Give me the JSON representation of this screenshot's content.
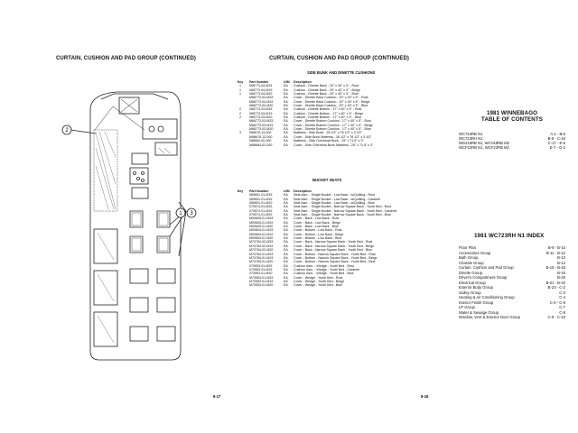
{
  "left_page": {
    "title": "CURTAIN, CUSHION AND PAD GROUP (CONTINUED)",
    "callouts": [
      "2",
      "1",
      "3"
    ],
    "page_number": "8-17"
  },
  "right_page": {
    "title": "CURTAIN, CUSHION AND PAD GROUP (CONTINUED)",
    "page_number": "8-18"
  },
  "side_bunk_table": {
    "title": "SIDE BUNK AND DINETTE CUSHIONS",
    "headers": {
      "key": "Key",
      "part": "Part Number",
      "um": "U/M",
      "desc": "Description"
    },
    "rows": [
      {
        "key": "1",
        "part": "068773-04-M33",
        "um": "EA",
        "desc": "Cushion - Dinette Back - 20\" x 40\" x 5\" - Rust"
      },
      {
        "key": "1",
        "part": "068773-04-M19",
        "um": "EA",
        "desc": "Cushion - Dinette Back - 20\" x 40\" x 5\" - Beige"
      },
      {
        "key": "1",
        "part": "068773-04-M20",
        "um": "EA",
        "desc": "Cushion - Dinette Back - 20\" x 40\" x 5\" - Blue"
      },
      {
        "key": "",
        "part": "M68773-04-M33",
        "um": "EA",
        "desc": "Cover - Dinette Back Cushion - 20\" x 40\" x 5\" - Rust"
      },
      {
        "key": "",
        "part": "M68773-04-M19",
        "um": "EA",
        "desc": "Cover - Dinette Back Cushion - 20\" x 40\" x 5\" - Beige"
      },
      {
        "key": "",
        "part": "M68773-04-M20",
        "um": "EA",
        "desc": "Cover - Dinette Back Cushion - 20\" x 40\" x 5\" - Blue"
      },
      {
        "key": "2",
        "part": "068773-03-M33",
        "um": "EA",
        "desc": "Cushion - Dinette Bottom - 17\" x 40\" x 5\" - Rust"
      },
      {
        "key": "2",
        "part": "068773-03-M19",
        "um": "EA",
        "desc": "Cushion - Dinette Bottom - 17\" x 40\" x 5\" - Beige"
      },
      {
        "key": "2",
        "part": "068773-03-M20",
        "um": "EA",
        "desc": "Cushion - Dinette Bottom - 17\" x 40\" x 5\" - Blue"
      },
      {
        "key": "",
        "part": "M68773-03-M33",
        "um": "EA",
        "desc": "Cover - Dinette Bottom Cushion - 17\" x 40\" x 5\" - Rust"
      },
      {
        "key": "",
        "part": "M68773-03-M19",
        "um": "EA",
        "desc": "Cover - Dinette Bottom Cushion - 17\" x 40\" x 5\" - Beige"
      },
      {
        "key": "",
        "part": "M68773-03-M20",
        "um": "EA",
        "desc": "Cover - Dinette Bottom Cushion - 17\" x 40\" x 5\" - Blue"
      },
      {
        "key": "3",
        "part": "068676-13-000",
        "um": "EA",
        "desc": "Mattress - Side Bunk - 26 1/2\" x 76 1/2\" x 3 1/2\""
      },
      {
        "key": "",
        "part": "M68676-13-000",
        "um": "EA",
        "desc": "Cover - Side Bunk Mattress - 26 1/2\" x 76 1/2\" x 3 1/2\""
      },
      {
        "key": "",
        "part": "068684-02-000",
        "um": "EA",
        "desc": "Mattress - Side Overhead Bunk - 25\" x 71.5\" x 3\""
      },
      {
        "key": "",
        "part": "M68684-02-000",
        "um": "EA",
        "desc": "Cover - Side Overhead Bunk Mattress - 25\" x 71.5\" x 3\""
      }
    ]
  },
  "bucket_seats_table": {
    "title": "BUCKET SEATS",
    "headers": {
      "key": "Key",
      "part": "Part Number",
      "um": "U/M",
      "desc": "Description"
    },
    "rows": [
      {
        "part": "069651-01-M33",
        "um": "EA",
        "desc": "Seat Asm. - Single Bucket - Low Back - w/Quilting - Rust"
      },
      {
        "part": "069651-01-M19",
        "um": "EA",
        "desc": "Seat Asm. - Single Bucket - Low Back - w/Quilting - Caramel"
      },
      {
        "part": "069651-01-M20",
        "um": "EA",
        "desc": "Seat Asm. - Single Bucket - Low Back - w/Quilting - Blue"
      },
      {
        "part": "070574-01-M33",
        "um": "EA",
        "desc": "Seat Asm. - Single Bucket - Narrow Square Back - Youth Bed - Rust"
      },
      {
        "part": "070574-01-M19",
        "um": "EA",
        "desc": "Seat Asm. - Single Bucket - Narrow Square Back - Youth Bed - Caramel"
      },
      {
        "part": "070574-01-M20",
        "um": "EA",
        "desc": "Seat Asm. - Single Bucket - Narrow Square Back - Youth Bed - Blue"
      },
      {
        "part": "M00605-01-M33",
        "um": "EA",
        "desc": "Cover - Back - Low Back - Rust"
      },
      {
        "part": "M00605-01-M19",
        "um": "EA",
        "desc": "Cover - Back - Low Back - Beige"
      },
      {
        "part": "M00605-01-M20",
        "um": "EA",
        "desc": "Cover - Back - Low Back - Blue"
      },
      {
        "part": "M00604-01-M33",
        "um": "EA",
        "desc": "Cover - Bottom - Low Back - Rust"
      },
      {
        "part": "M00604-01-M19",
        "um": "EA",
        "desc": "Cover - Bottom - Low Back - Beige"
      },
      {
        "part": "M00604-01-M20",
        "um": "EA",
        "desc": "Cover - Bottom - Low Back - Blue"
      },
      {
        "part": "M70784-02-M33",
        "um": "EA",
        "desc": "Cover - Back - Narrow Square Back - Youth Bed - Rust"
      },
      {
        "part": "M70784-02-M19",
        "um": "EA",
        "desc": "Cover - Back - Narrow Square Back - Youth Bed - Beige"
      },
      {
        "part": "M70784-02-M20",
        "um": "EA",
        "desc": "Cover - Back - Narrow Square Back - Youth Bed - Blue"
      },
      {
        "part": "M70784-01-M33",
        "um": "EA",
        "desc": "Cover - Bottom - Narrow Square Back - Youth Bed - Rust"
      },
      {
        "part": "M70784-01-M19",
        "um": "EA",
        "desc": "Cover - Bottom - Narrow Square Back - Youth Bed - Beige"
      },
      {
        "part": "M70784-01-M20",
        "um": "EA",
        "desc": "Cover - Bottom - Narrow Square Back - Youth Bed - Blue"
      },
      {
        "part": "070553-01-M33",
        "um": "EA",
        "desc": "Cushion Asm. - Wedge - Youth Bed - Rust"
      },
      {
        "part": "070553-01-M19",
        "um": "EA",
        "desc": "Cushion Asm. - Wedge - Youth Bed - Caramel"
      },
      {
        "part": "070553-01-M20",
        "um": "EA",
        "desc": "Cushion Asm. - Wedge - Youth Bed - Blue"
      },
      {
        "part": "M70553-01-M33",
        "um": "EA",
        "desc": "Cover - Wedge - Youth Bed - Rust"
      },
      {
        "part": "M70553-01-M19",
        "um": "EA",
        "desc": "Cover - Wedge - Youth Bed - Beige"
      },
      {
        "part": "M70553-01-M20",
        "um": "EA",
        "desc": "Cover - Wedge - Youth Bed - Blue"
      }
    ]
  },
  "toc": {
    "title_line1": "1981 WINNEBAGO",
    "title_line2": "TABLE OF CONTENTS",
    "rows": [
      {
        "label": "WC723RB N1",
        "pages": "A-1 - B-6"
      },
      {
        "label": "WC723RH N1",
        "pages": "B-9 - C-16"
      },
      {
        "label": "WD418RB N1, WCH18RB M2",
        "pages": "C-17 - E-6"
      },
      {
        "label": "WCF22RB N1, WCF22RB M2",
        "pages": "E-7 - G-2"
      }
    ]
  },
  "index": {
    "title": "1981 WC723RH N1 INDEX",
    "rows": [
      {
        "label": "Floor Plan",
        "pages": "B-9 - B-10"
      },
      {
        "label": "Accessories Group",
        "pages": "B-11 - B-12"
      },
      {
        "label": "Bath Group",
        "pages": "B-13"
      },
      {
        "label": "Chassis Group",
        "pages": "B-14"
      },
      {
        "label": "Curtain, Cushion and Pad Group",
        "pages": "B-15 - B-18"
      },
      {
        "label": "Dinette Group",
        "pages": "B-19"
      },
      {
        "label": "Driver's Compartment Group",
        "pages": "B-20"
      },
      {
        "label": "Electrical Group",
        "pages": "B-21 - B-22"
      },
      {
        "label": "Exterior Body Group",
        "pages": "B-23 - C-2"
      },
      {
        "label": "Galley Group",
        "pages": "C-3"
      },
      {
        "label": "Heating & Air Conditioning Group",
        "pages": "C-4"
      },
      {
        "label": "Interior Finish Group",
        "pages": "C-5 - C-6"
      },
      {
        "label": "LP Group",
        "pages": "C-7"
      },
      {
        "label": "Water & Sewage Group",
        "pages": "C-8"
      },
      {
        "label": "Window, Vent & Exterior Door Group",
        "pages": "C-9 - C-16"
      }
    ]
  }
}
